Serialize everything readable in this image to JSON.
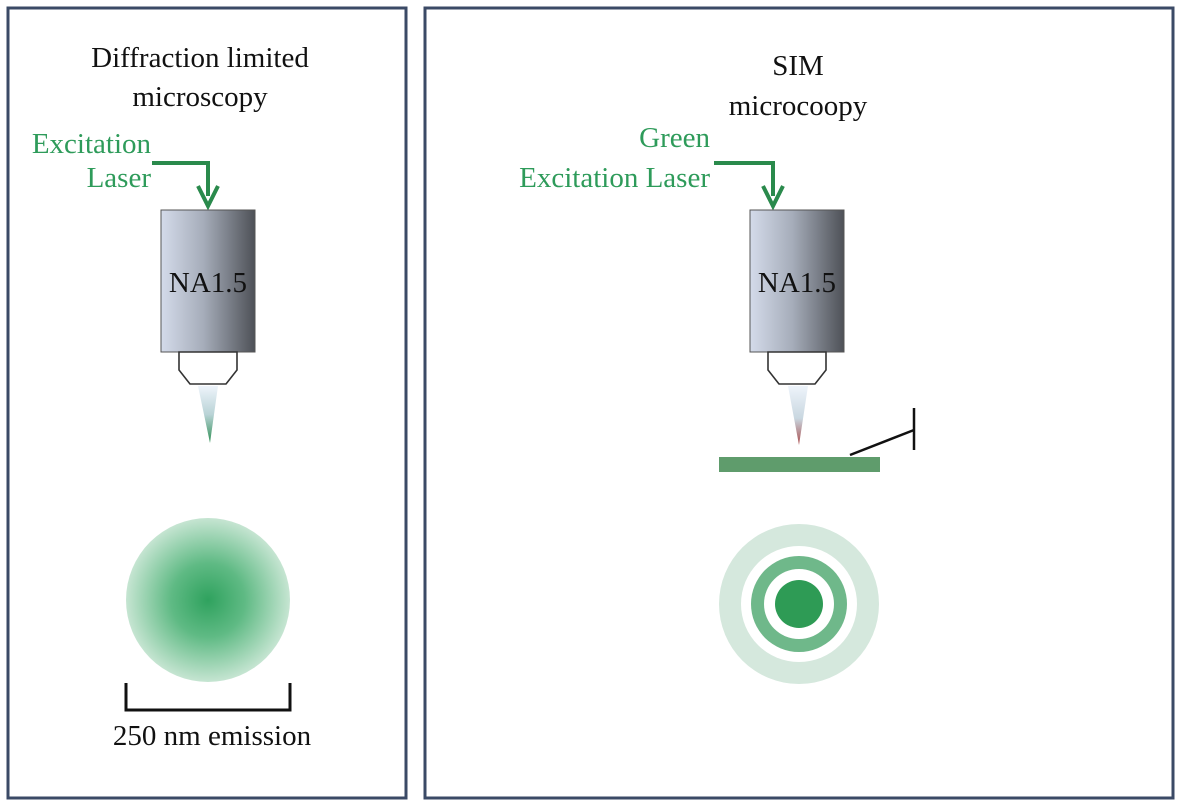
{
  "colors": {
    "frame": "#3b4a66",
    "green_text": "#2e9b5a",
    "green_arrow": "#2a8a4c",
    "green_spot": "#2fa25e",
    "slide": "#5f9c6c",
    "text": "#111111"
  },
  "left_panel": {
    "title_line1": "Diffraction limited",
    "title_line2": "microscopy",
    "laser_line1": "Excitation",
    "laser_line2": "Laser",
    "objective_label": "NA1.5",
    "emission_label": "250 nm emission"
  },
  "right_panel": {
    "title_line1": "SIM",
    "title_line2": "microcoopy",
    "laser_line1": "Green",
    "laser_line2": "Excitation Laser",
    "objective_label": "NA1.5"
  }
}
